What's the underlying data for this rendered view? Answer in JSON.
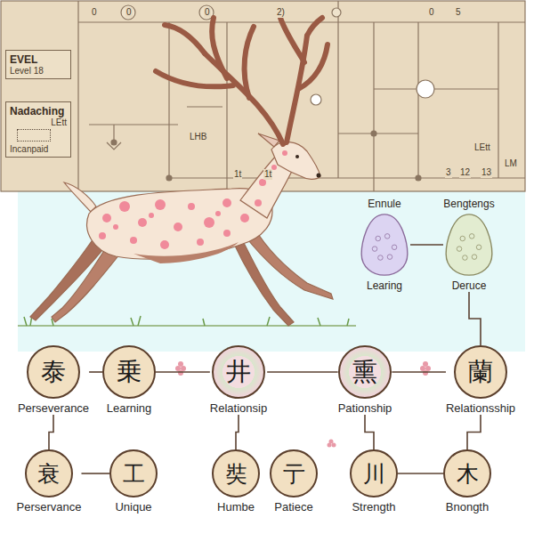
{
  "diagram": {
    "nodes": [
      {
        "text": [
          "EVEL",
          "Level 18"
        ]
      },
      {
        "text": [
          "Nadaching",
          "LEtt",
          "Incanpaid"
        ]
      },
      {
        "text": [
          "Ennule",
          "Learing"
        ]
      },
      {
        "text": [
          "Bengtengs",
          "Deruce"
        ]
      },
      {
        "text": [
          "泰",
          "Perseverance"
        ]
      },
      {
        "text": [
          "乗",
          "Learning"
        ]
      },
      {
        "text": [
          "井",
          "Relationsip"
        ]
      },
      {
        "text": [
          "熏",
          "Pationship"
        ]
      },
      {
        "text": [
          "蘭",
          "Relationsship"
        ]
      },
      {
        "text": [
          "衰",
          "Perservance"
        ]
      },
      {
        "text": [
          "工",
          "Unique"
        ]
      },
      {
        "text": [
          "奘",
          "Humbe"
        ]
      },
      {
        "text": [
          "亍",
          "Patiece"
        ]
      },
      {
        "text": [
          "川",
          "Strength"
        ]
      },
      {
        "text": [
          "木",
          "Bnongth"
        ]
      }
    ],
    "edges": [
      {
        "from": 4,
        "to": 5,
        "arrow": "none"
      },
      {
        "from": 5,
        "to": 6,
        "arrow": "none"
      },
      {
        "from": 6,
        "to": 7,
        "arrow": "none"
      },
      {
        "from": 7,
        "to": 8,
        "arrow": "none"
      },
      {
        "from": 2,
        "to": 3,
        "arrow": "none"
      },
      {
        "from": 3,
        "to": 8,
        "arrow": "none"
      },
      {
        "from": 4,
        "to": 9,
        "arrow": "none"
      },
      {
        "from": 6,
        "to": 11,
        "arrow": "none"
      },
      {
        "from": 7,
        "to": 13,
        "arrow": "none"
      },
      {
        "from": 8,
        "to": 14,
        "arrow": "none"
      },
      {
        "from": 9,
        "to": 10,
        "arrow": "none"
      },
      {
        "from": 13,
        "to": 14,
        "arrow": "none"
      }
    ],
    "labels": [
      "0",
      "0",
      "0",
      "2)",
      "0",
      "5",
      "LHB",
      "LEtt",
      "1t",
      "1t",
      "3",
      "12",
      "13",
      "LM"
    ]
  }
}
